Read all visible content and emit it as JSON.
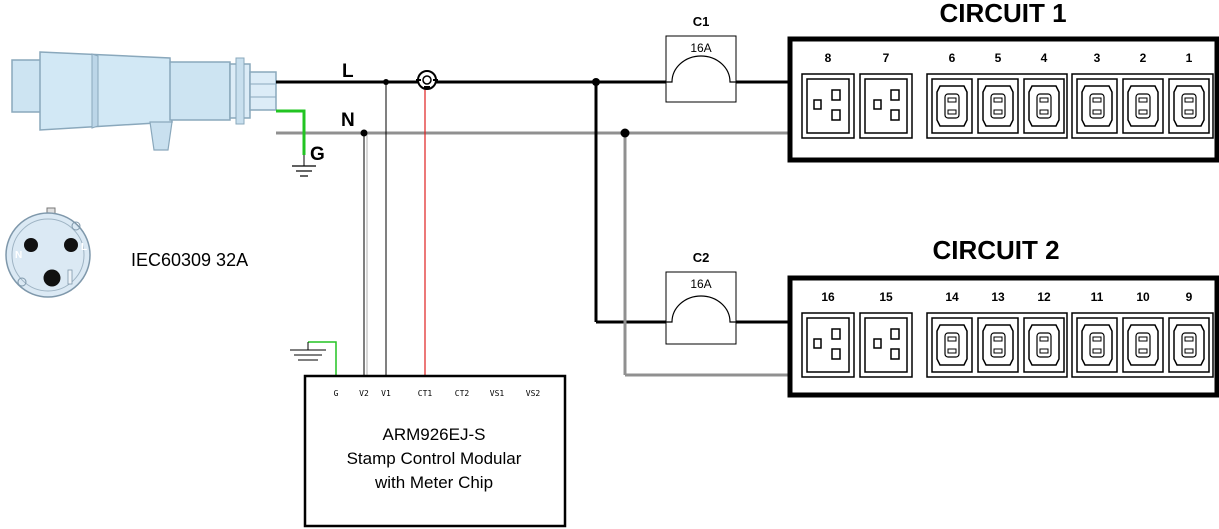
{
  "lines": {
    "L": "L",
    "N": "N",
    "G": "G"
  },
  "plug": {
    "label": "IEC60309 32A",
    "pin_n": "N",
    "pin_l": "L"
  },
  "breakers": [
    {
      "name": "C1",
      "rating": "16A"
    },
    {
      "name": "C2",
      "rating": "16A"
    }
  ],
  "circuits": [
    {
      "title": "CIRCUIT 1",
      "outlets": [
        "8",
        "7",
        "6",
        "5",
        "4",
        "3",
        "2",
        "1"
      ]
    },
    {
      "title": "CIRCUIT 2",
      "outlets": [
        "16",
        "15",
        "14",
        "13",
        "12",
        "11",
        "10",
        "9"
      ]
    }
  ],
  "module": {
    "pins": [
      "G",
      "V2",
      "V1",
      "CT1",
      "CT2",
      "VS1",
      "VS2"
    ],
    "line1": "ARM926EJ-S",
    "line2": "Stamp Control Modular",
    "line3": "with Meter Chip"
  },
  "colors": {
    "ground": "#22c422",
    "ct_wire": "#e02020",
    "neutral": "#909090",
    "line": "#000000"
  }
}
